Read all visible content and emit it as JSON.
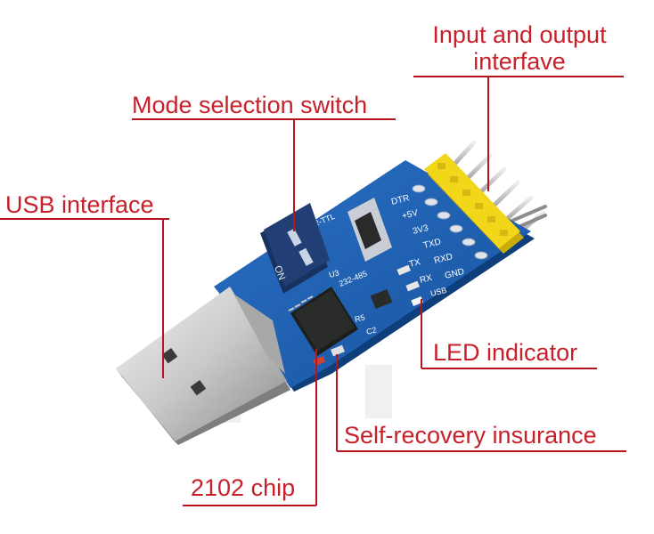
{
  "callouts": {
    "io_line1": "Input and output",
    "io_line2": "interfave",
    "mode_switch": "Mode selection switch",
    "usb_interface": "USB interface",
    "led_indicator": "LED indicator",
    "self_recovery": "Self-recovery insurance",
    "chip": "2102 chip"
  },
  "pcb_silkscreen": {
    "pins": [
      "DTR",
      "+5V",
      "3V3",
      "TXD",
      "RXD",
      "GND"
    ],
    "switch_positions": [
      "232-TTL",
      "232-485"
    ],
    "switch_state": "ON",
    "leds": [
      "TX",
      "RX",
      "USB"
    ],
    "refs": [
      "U3",
      "R5",
      "C2"
    ]
  },
  "colors": {
    "callout_text": "#c8202a",
    "callout_line": "#b8141e",
    "pcb_blue": "#1f5fb0",
    "header_yellow": "#f2d61a",
    "chip_black": "#1c1e1c"
  }
}
